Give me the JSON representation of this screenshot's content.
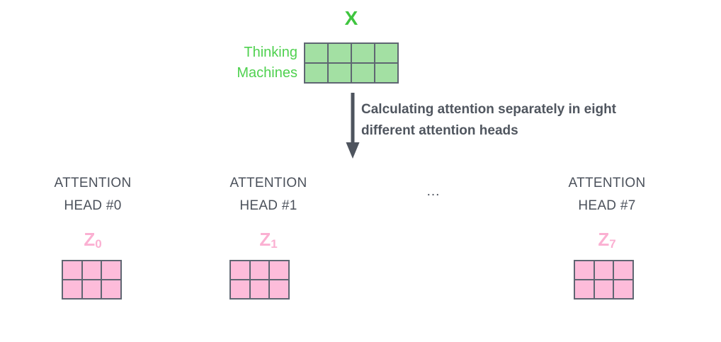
{
  "diagram": {
    "input": {
      "label": "X",
      "label_color": "#3fc53f",
      "row_labels": "Thinking\nMachines",
      "row_label_color": "#4fd14f",
      "matrix": {
        "rows": 2,
        "cols": 4,
        "fill": "#a3e0a3",
        "border": "#5f6672"
      }
    },
    "transition": {
      "caption": "Calculating attention separately in eight different attention heads",
      "arrow_color": "#4e545e",
      "arrow_direction": "down"
    },
    "heads": [
      {
        "title": "ATTENTION\nHEAD #0",
        "z_label": "Z",
        "z_subscript": "0",
        "matrix": {
          "rows": 2,
          "cols": 3,
          "fill": "#fdbcda",
          "border": "#5f6672"
        }
      },
      {
        "title": "ATTENTION\nHEAD #1",
        "z_label": "Z",
        "z_subscript": "1",
        "matrix": {
          "rows": 2,
          "cols": 3,
          "fill": "#fdbcda",
          "border": "#5f6672"
        }
      },
      {
        "title": "ATTENTION\nHEAD #7",
        "z_label": "Z",
        "z_subscript": "7",
        "matrix": {
          "rows": 2,
          "cols": 3,
          "fill": "#fdbcda",
          "border": "#5f6672"
        }
      }
    ],
    "ellipsis": "...",
    "colors": {
      "background": "#ffffff",
      "text_dark": "#4b515b",
      "green_fill": "#a3e0a3",
      "green_text": "#4fd14f",
      "pink_fill": "#fdbcda",
      "pink_text": "#fbb0d2",
      "cell_border": "#5f6672"
    }
  }
}
